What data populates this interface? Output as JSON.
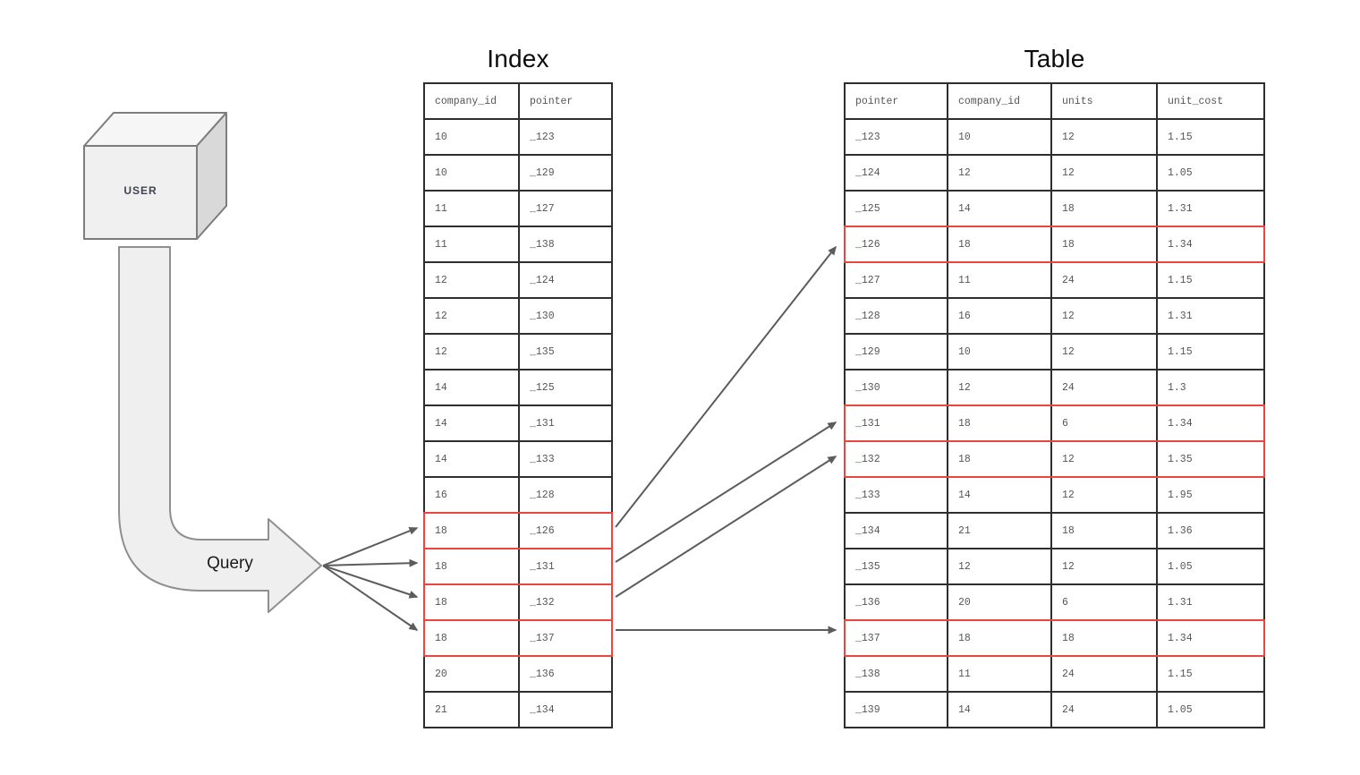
{
  "labels": {
    "user": "USER",
    "query": "Query"
  },
  "colors": {
    "highlight": "#e8473e",
    "border": "#2e2e2e",
    "arrow": "#5c5c5c"
  },
  "index_table": {
    "title": "Index",
    "columns": [
      "company_id",
      "pointer"
    ],
    "rows": [
      {
        "company_id": "10",
        "pointer": "_123",
        "highlight": false
      },
      {
        "company_id": "10",
        "pointer": "_129",
        "highlight": false
      },
      {
        "company_id": "11",
        "pointer": "_127",
        "highlight": false
      },
      {
        "company_id": "11",
        "pointer": "_138",
        "highlight": false
      },
      {
        "company_id": "12",
        "pointer": "_124",
        "highlight": false
      },
      {
        "company_id": "12",
        "pointer": "_130",
        "highlight": false
      },
      {
        "company_id": "12",
        "pointer": "_135",
        "highlight": false
      },
      {
        "company_id": "14",
        "pointer": "_125",
        "highlight": false
      },
      {
        "company_id": "14",
        "pointer": "_131",
        "highlight": false
      },
      {
        "company_id": "14",
        "pointer": "_133",
        "highlight": false
      },
      {
        "company_id": "16",
        "pointer": "_128",
        "highlight": false
      },
      {
        "company_id": "18",
        "pointer": "_126",
        "highlight": true
      },
      {
        "company_id": "18",
        "pointer": "_131",
        "highlight": true
      },
      {
        "company_id": "18",
        "pointer": "_132",
        "highlight": true
      },
      {
        "company_id": "18",
        "pointer": "_137",
        "highlight": true
      },
      {
        "company_id": "20",
        "pointer": "_136",
        "highlight": false
      },
      {
        "company_id": "21",
        "pointer": "_134",
        "highlight": false
      }
    ]
  },
  "data_table": {
    "title": "Table",
    "columns": [
      "pointer",
      "company_id",
      "units",
      "unit_cost"
    ],
    "rows": [
      {
        "pointer": "_123",
        "company_id": "10",
        "units": "12",
        "unit_cost": "1.15",
        "highlight": false
      },
      {
        "pointer": "_124",
        "company_id": "12",
        "units": "12",
        "unit_cost": "1.05",
        "highlight": false
      },
      {
        "pointer": "_125",
        "company_id": "14",
        "units": "18",
        "unit_cost": "1.31",
        "highlight": false
      },
      {
        "pointer": "_126",
        "company_id": "18",
        "units": "18",
        "unit_cost": "1.34",
        "highlight": true
      },
      {
        "pointer": "_127",
        "company_id": "11",
        "units": "24",
        "unit_cost": "1.15",
        "highlight": false
      },
      {
        "pointer": "_128",
        "company_id": "16",
        "units": "12",
        "unit_cost": "1.31",
        "highlight": false
      },
      {
        "pointer": "_129",
        "company_id": "10",
        "units": "12",
        "unit_cost": "1.15",
        "highlight": false
      },
      {
        "pointer": "_130",
        "company_id": "12",
        "units": "24",
        "unit_cost": "1.3",
        "highlight": false
      },
      {
        "pointer": "_131",
        "company_id": "18",
        "units": "6",
        "unit_cost": "1.34",
        "highlight": true
      },
      {
        "pointer": "_132",
        "company_id": "18",
        "units": "12",
        "unit_cost": "1.35",
        "highlight": true
      },
      {
        "pointer": "_133",
        "company_id": "14",
        "units": "12",
        "unit_cost": "1.95",
        "highlight": false
      },
      {
        "pointer": "_134",
        "company_id": "21",
        "units": "18",
        "unit_cost": "1.36",
        "highlight": false
      },
      {
        "pointer": "_135",
        "company_id": "12",
        "units": "12",
        "unit_cost": "1.05",
        "highlight": false
      },
      {
        "pointer": "_136",
        "company_id": "20",
        "units": "6",
        "unit_cost": "1.31",
        "highlight": false
      },
      {
        "pointer": "_137",
        "company_id": "18",
        "units": "18",
        "unit_cost": "1.34",
        "highlight": true
      },
      {
        "pointer": "_138",
        "company_id": "11",
        "units": "24",
        "unit_cost": "1.15",
        "highlight": false
      },
      {
        "pointer": "_139",
        "company_id": "14",
        "units": "24",
        "unit_cost": "1.05",
        "highlight": false
      }
    ]
  }
}
